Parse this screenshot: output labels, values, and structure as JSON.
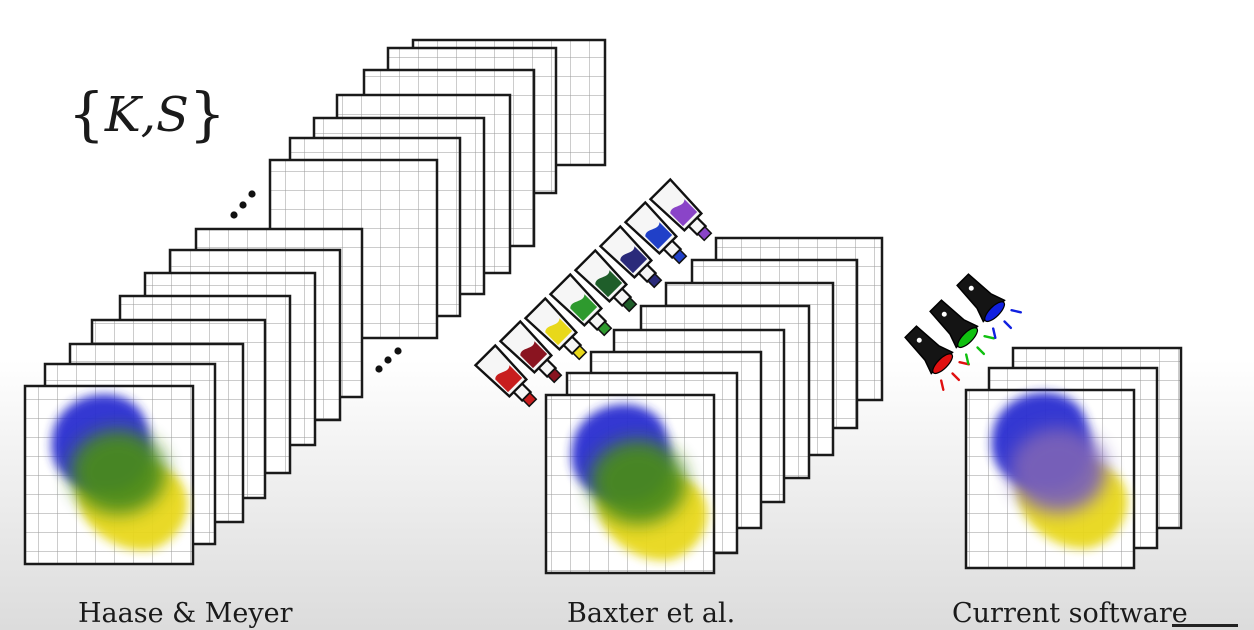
{
  "figure": {
    "formula": {
      "open": "{",
      "k": "K",
      "sep": ",",
      "s": "S",
      "close": "}"
    },
    "captions": {
      "haase": "Haase & Meyer",
      "baxter": "Baxter et al.",
      "current": "Current software"
    },
    "colors": {
      "blue": "#2a2fd0",
      "green": "#4a8a1a",
      "yellow": "#e8d81a",
      "violet": "#7a62b8",
      "frame": "#1a1a1a",
      "grid": "#9a9a9a"
    },
    "paint_tubes": [
      "red",
      "dark-red",
      "yellow",
      "green",
      "dark-green",
      "indigo",
      "blue",
      "violet"
    ],
    "flashlights": [
      "red",
      "green",
      "blue"
    ]
  }
}
